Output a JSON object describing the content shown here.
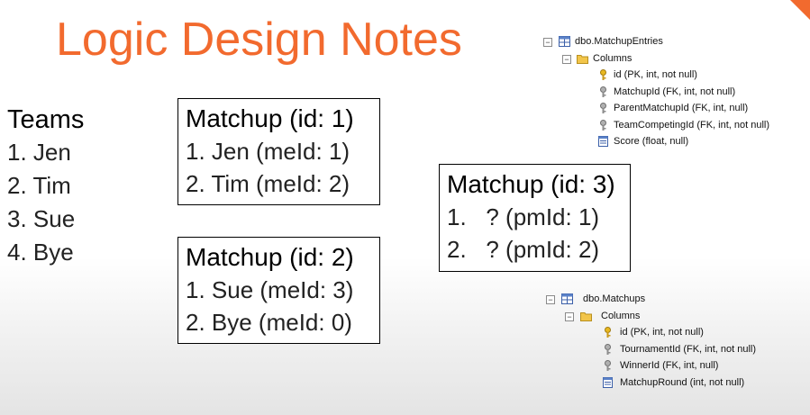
{
  "slide": {
    "title": "Logic Design Notes",
    "accent_color": "#f26a2e"
  },
  "teams": {
    "heading": "Teams",
    "items": [
      "1. Jen",
      "2. Tim",
      "3. Sue",
      "4. Bye"
    ]
  },
  "matchups": [
    {
      "heading": "Matchup (id: 1)",
      "items": [
        "1. Jen (meId: 1)",
        "2. Tim (meId: 2)"
      ]
    },
    {
      "heading": "Matchup (id: 2)",
      "items": [
        "1. Sue (meId: 3)",
        "2. Bye (meId: 0)"
      ]
    },
    {
      "heading": "Matchup (id: 3)",
      "items": [
        "1.   ? (pmId: 1)",
        "2.   ? (pmId: 2)"
      ]
    }
  ],
  "schema_entries": {
    "table": "dbo.MatchupEntries",
    "folder": "Columns",
    "columns": [
      {
        "name": "id (PK, int, not null)",
        "icon": "primary-key-icon"
      },
      {
        "name": "MatchupId (FK, int, not null)",
        "icon": "foreign-key-icon"
      },
      {
        "name": "ParentMatchupId (FK, int, null)",
        "icon": "foreign-key-icon"
      },
      {
        "name": "TeamCompetingId (FK, int, not null)",
        "icon": "foreign-key-icon"
      },
      {
        "name": "Score (float, null)",
        "icon": "column-icon"
      }
    ]
  },
  "schema_matchups": {
    "table": "dbo.Matchups",
    "folder": "Columns",
    "columns": [
      {
        "name": "id (PK, int, not null)",
        "icon": "primary-key-icon"
      },
      {
        "name": "TournamentId (FK, int, not null)",
        "icon": "foreign-key-icon"
      },
      {
        "name": "WinnerId (FK, int, null)",
        "icon": "foreign-key-icon"
      },
      {
        "name": "MatchupRound (int, not null)",
        "icon": "column-icon"
      }
    ]
  }
}
